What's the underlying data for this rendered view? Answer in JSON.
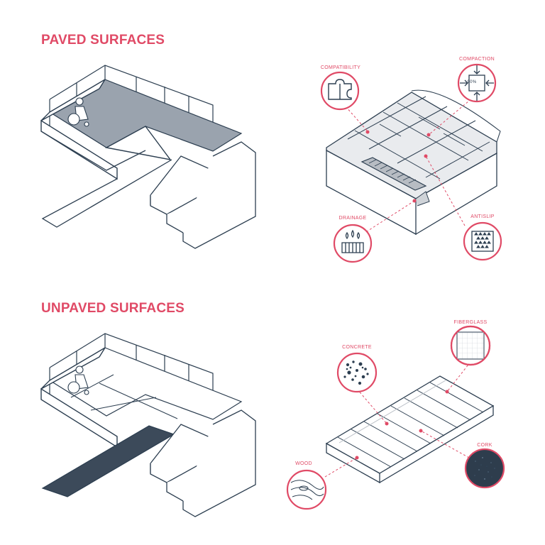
{
  "colors": {
    "accent": "#e04a66",
    "ink": "#2c3e50",
    "paving": "#9aa3ae",
    "dark_strip": "#3c4a5a",
    "light_fill": "#eceef0"
  },
  "sections": [
    {
      "title": "PAVED SURFACES",
      "callouts": [
        {
          "label": "COMPATIBILITY",
          "icon": "puzzle-icon"
        },
        {
          "label": "COMPACTION",
          "icon": "compaction-icon",
          "value": "90%"
        },
        {
          "label": "DRAINAGE",
          "icon": "drainage-icon"
        },
        {
          "label": "ANTISLIP",
          "icon": "antislip-icon"
        }
      ]
    },
    {
      "title": "UNPAVED SURFACES",
      "callouts": [
        {
          "label": "CONCRETE",
          "icon": "concrete-texture-icon"
        },
        {
          "label": "FIBERGLASS",
          "icon": "fiberglass-texture-icon"
        },
        {
          "label": "CORK",
          "icon": "cork-texture-icon"
        },
        {
          "label": "WOOD",
          "icon": "wood-texture-icon"
        }
      ]
    }
  ]
}
